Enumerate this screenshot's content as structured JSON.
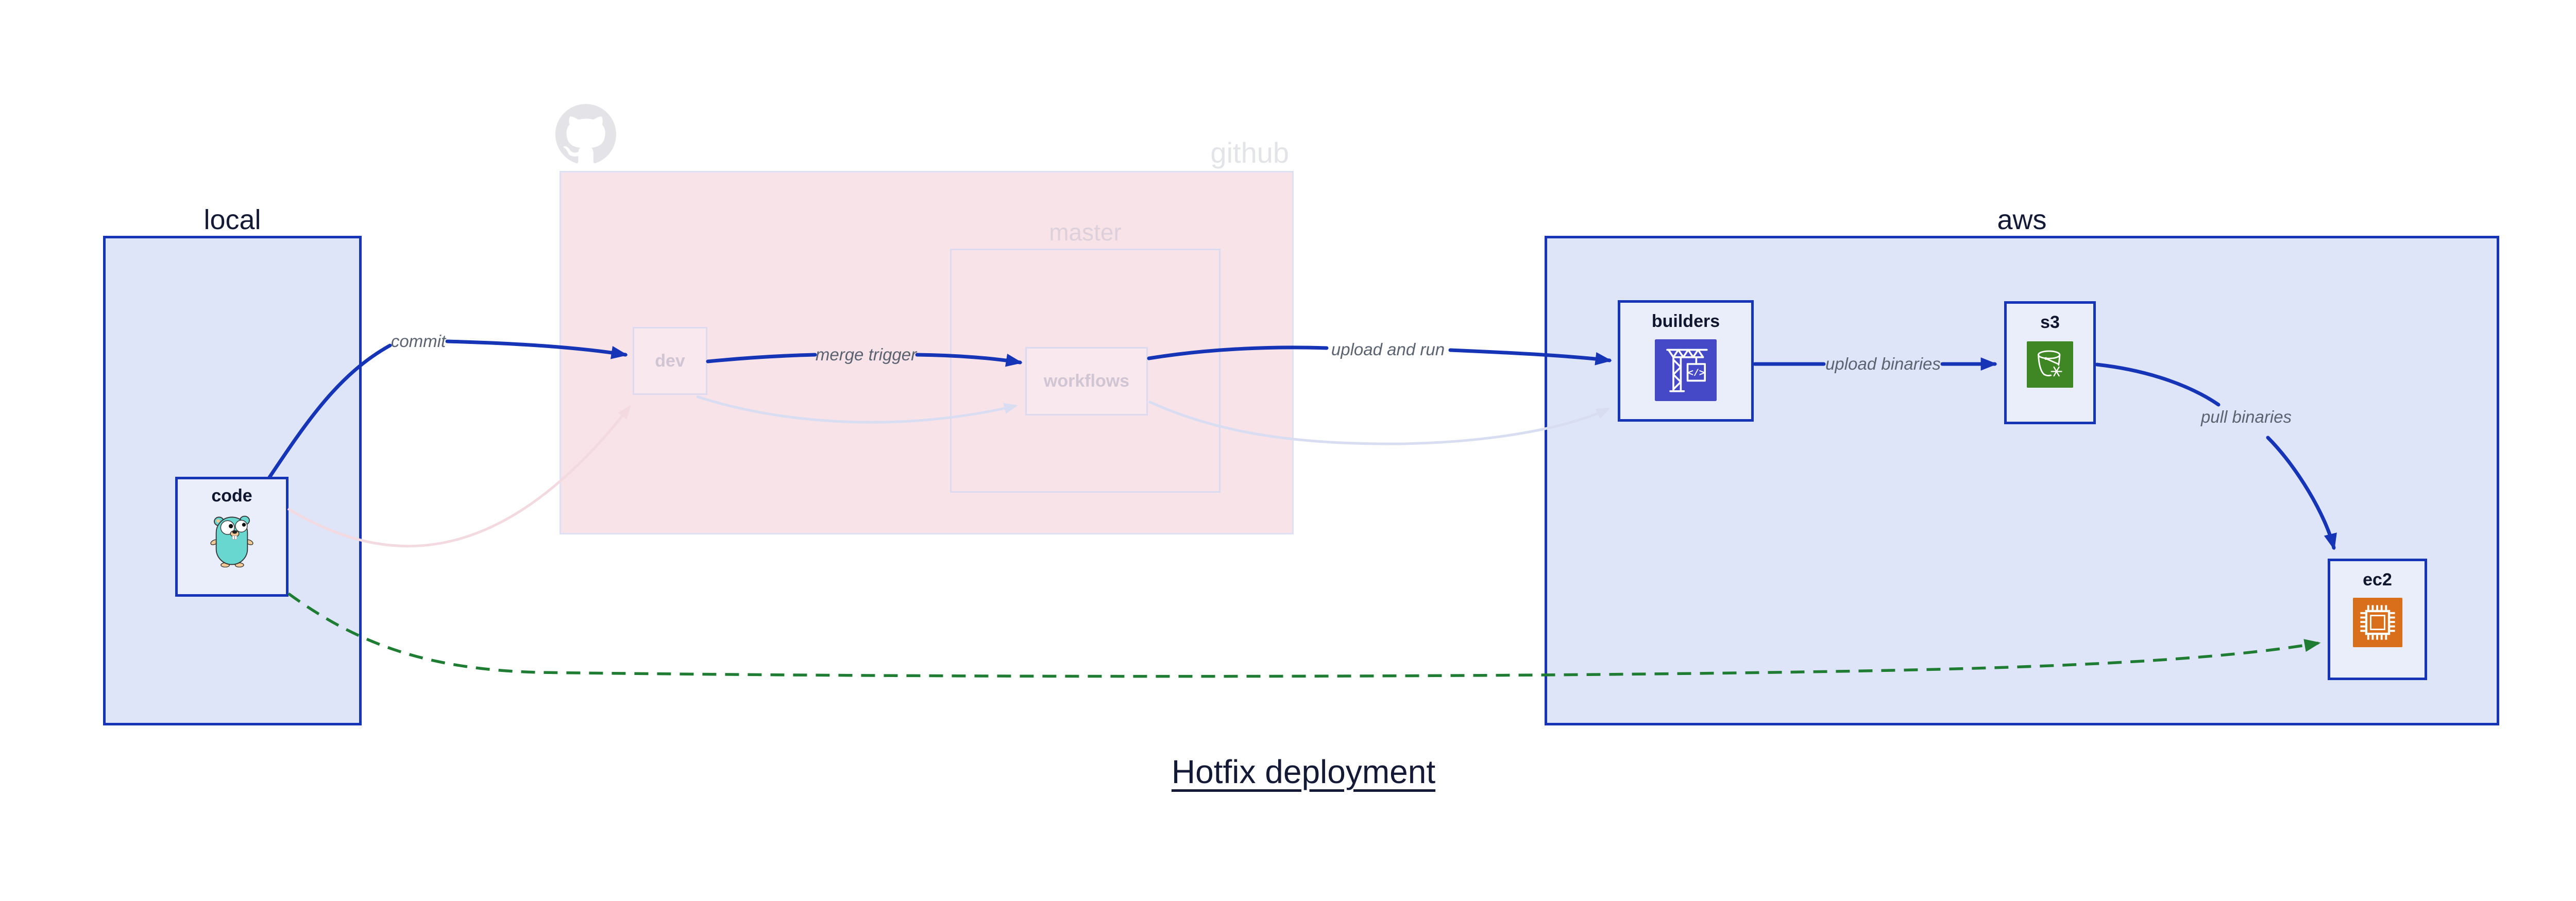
{
  "title": {
    "text": "Hotfix deployment"
  },
  "regions": {
    "local": {
      "label": "local"
    },
    "github": {
      "label": "github"
    },
    "master": {
      "label": "master"
    },
    "aws": {
      "label": "aws"
    }
  },
  "nodes": {
    "code": {
      "label": "code",
      "icon": "go-gopher-icon"
    },
    "dev": {
      "label": "dev"
    },
    "workflows": {
      "label": "workflows"
    },
    "builders": {
      "label": "builders",
      "icon": "codebuild-crane-icon"
    },
    "s3": {
      "label": "s3",
      "icon": "s3-glacier-bucket-icon"
    },
    "ec2": {
      "label": "ec2",
      "icon": "ec2-chip-icon"
    }
  },
  "edges": {
    "commit": {
      "label": "commit",
      "style": "solid-blue"
    },
    "merge_trigger": {
      "label": "merge trigger",
      "style": "solid-blue"
    },
    "upload_and_run": {
      "label": "upload and run",
      "style": "solid-blue"
    },
    "upload_binaries": {
      "label": "upload binaries",
      "style": "solid-blue"
    },
    "pull_binaries": {
      "label": "pull binaries",
      "style": "solid-blue"
    },
    "code_to_dev_faded": {
      "label": "",
      "style": "faded-pink"
    },
    "dev_to_workflows_faded": {
      "label": "",
      "style": "faded-lavender"
    },
    "workflows_to_builders_faded": {
      "label": "",
      "style": "faded-lavender"
    },
    "hotfix_code_to_ec2": {
      "label": "",
      "style": "dashed-green"
    }
  },
  "icons": {
    "github_logo": "octocat-icon"
  },
  "colors": {
    "accent_blue": "#1634b6",
    "region_fill_lavender": "#dfe5f8",
    "node_fill": "#eaeefb",
    "github_region_pink": "#f8e3e9",
    "pale_border": "#dbdaee",
    "faded_pink_line": "#f3d9e0",
    "faded_lavender_line": "#d8ddf2",
    "green_dashed": "#1e7d33",
    "builders_icon_bg": "#4549c8",
    "s3_icon_bg": "#3f8624",
    "ec2_icon_bg": "#d96f1a",
    "gopher_teal": "#68d7d0",
    "edge_label_gray": "#5b6370",
    "navy_text": "#141a36",
    "faded_text_pink": "#ddd0da",
    "faded_text_gray": "#e3e4e8"
  }
}
